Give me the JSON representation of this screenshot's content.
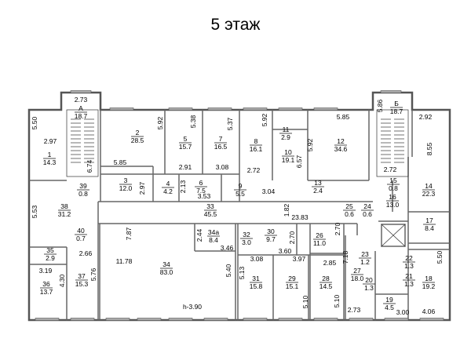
{
  "title": "5 этаж",
  "rooms": [
    {
      "num": "А",
      "area": "18.7"
    },
    {
      "num": "Б",
      "area": "18.7"
    },
    {
      "num": "1",
      "area": "14.3"
    },
    {
      "num": "2",
      "area": "28.5"
    },
    {
      "num": "3",
      "area": "12.0"
    },
    {
      "num": "4",
      "area": "4.2"
    },
    {
      "num": "5",
      "area": "15.7"
    },
    {
      "num": "6",
      "area": "7.5"
    },
    {
      "num": "7",
      "area": "16.5"
    },
    {
      "num": "8",
      "area": "16.1"
    },
    {
      "num": "9",
      "area": "5.5"
    },
    {
      "num": "10",
      "area": "19.1"
    },
    {
      "num": "11",
      "area": "2.9"
    },
    {
      "num": "12",
      "area": "34.6"
    },
    {
      "num": "13",
      "area": "2.4"
    },
    {
      "num": "14",
      "area": "22.3"
    },
    {
      "num": "15",
      "area": "0.8"
    },
    {
      "num": "16",
      "area": "13.0"
    },
    {
      "num": "17",
      "area": "8.4"
    },
    {
      "num": "18",
      "area": "19.2"
    },
    {
      "num": "19",
      "area": "4.5"
    },
    {
      "num": "20",
      "area": "1.3"
    },
    {
      "num": "21",
      "area": "1.3"
    },
    {
      "num": "22",
      "area": "1.3"
    },
    {
      "num": "23",
      "area": "1.2"
    },
    {
      "num": "24",
      "area": "0.6"
    },
    {
      "num": "25",
      "area": "0.6"
    },
    {
      "num": "26",
      "area": "11.0"
    },
    {
      "num": "27",
      "area": "18.0"
    },
    {
      "num": "28",
      "area": "14.5"
    },
    {
      "num": "29",
      "area": "15.1"
    },
    {
      "num": "30",
      "area": "9.7"
    },
    {
      "num": "31",
      "area": "15.8"
    },
    {
      "num": "32",
      "area": "3.0"
    },
    {
      "num": "33",
      "area": "45.5"
    },
    {
      "num": "34",
      "area": "83.0"
    },
    {
      "num": "34а",
      "area": "8.4"
    },
    {
      "num": "35",
      "area": "2.9"
    },
    {
      "num": "36",
      "area": "13.7"
    },
    {
      "num": "37",
      "area": "15.3"
    },
    {
      "num": "38",
      "area": "31.2"
    },
    {
      "num": "39",
      "area": "0.8"
    },
    {
      "num": "40",
      "area": "0.7"
    }
  ],
  "dimensions": [
    "2.73",
    "5.50",
    "2.97",
    "5.92",
    "5.85",
    "5.38",
    "5.37",
    "5.92",
    "6.57",
    "5.92",
    "5.85",
    "5.86",
    "2.92",
    "8.55",
    "2.72",
    "2.97",
    "2.91",
    "3.08",
    "2.72",
    "2.13",
    "3.53",
    "3.04",
    "6.74",
    "1.82",
    "23.83",
    "5.53",
    "2.66",
    "7.87",
    "2.44",
    "3.46",
    "2.70",
    "2.70",
    "3.19",
    "4.30",
    "5.76",
    "11.78",
    "3.08",
    "3.60",
    "3.97",
    "2.85",
    "7.18",
    "5.40",
    "5.13",
    "5.10",
    "5.10",
    "5.50",
    "3.00",
    "4.06",
    "2.73",
    "h-3.90"
  ]
}
